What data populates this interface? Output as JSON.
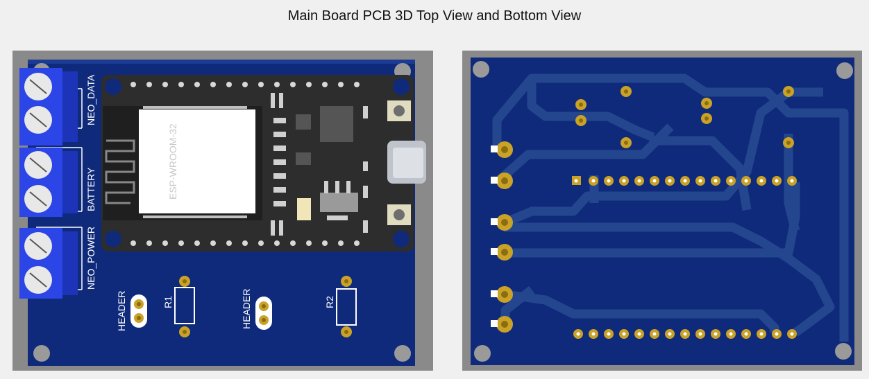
{
  "title": "Main Board PCB 3D Top View and Bottom View",
  "top_view": {
    "connector_labels": [
      "NEO_DATA",
      "BATTERY",
      "NEO_POWER"
    ],
    "module_label": "ESP-WROOM-32",
    "header_labels": [
      "HEADER",
      "HEADER"
    ],
    "resistor_labels": [
      "R1",
      "R2"
    ]
  },
  "colors": {
    "background": "#f0f0f0",
    "frame": "#8a8a8a",
    "pcb_blue": "#0f2a7a",
    "trace_blue": "#24468f",
    "terminal_blue": "#2b45e6",
    "module_black": "#2d2d2d",
    "pad_gold": "#c9a227"
  }
}
